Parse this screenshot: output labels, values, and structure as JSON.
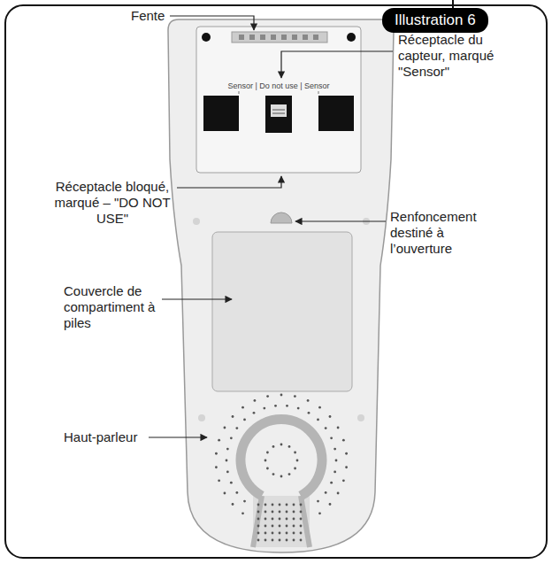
{
  "diagram": {
    "title": "Illustration 6",
    "labels": [
      "Fente",
      "Réceptacle du capteur, marqué \"Sensor\"",
      "Sensor | Do not use | Sensor",
      "Réceptacle bloqué, marqué – \"DO NOT USE\"",
      "Renfoncement destiné à l’ouverture",
      "Couvercle de compartiment à piles",
      "Haut-parleur"
    ]
  }
}
